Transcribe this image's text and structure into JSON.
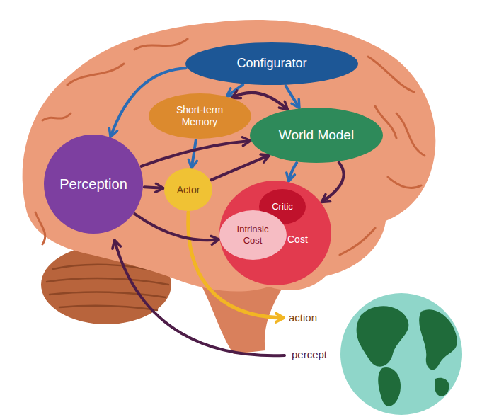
{
  "diagram": {
    "nodes": [
      {
        "text": [
          "Configurator"
        ]
      },
      {
        "text": [
          "Short-term Memory"
        ]
      },
      {
        "text": [
          "World Model"
        ]
      },
      {
        "text": [
          "Perception"
        ]
      },
      {
        "text": [
          "Actor"
        ]
      },
      {
        "text": [
          "Cost"
        ]
      },
      {
        "text": [
          "Critic"
        ],
        "in": 5
      },
      {
        "text": [
          "Intrinsic Cost"
        ],
        "in": 5
      }
    ],
    "edges": [
      {
        "from": 0,
        "to": 3,
        "arrow": "to"
      },
      {
        "from": 0,
        "to": 1,
        "arrow": "to"
      },
      {
        "from": 0,
        "to": 2,
        "arrow": "to"
      },
      {
        "from": 1,
        "to": 2,
        "arrow": "both"
      },
      {
        "from": 1,
        "to": 4,
        "arrow": "to"
      },
      {
        "from": 3,
        "to": 2,
        "arrow": "to"
      },
      {
        "from": 3,
        "to": 4,
        "arrow": "to"
      },
      {
        "from": 3,
        "to": 5,
        "arrow": "to"
      },
      {
        "from": 4,
        "to": 2,
        "arrow": "to"
      },
      {
        "from": 2,
        "to": 5,
        "arrow": "to"
      },
      {
        "from": 2,
        "to": 5,
        "arrow": "to"
      }
    ],
    "labels": [
      "action",
      "percept"
    ]
  }
}
